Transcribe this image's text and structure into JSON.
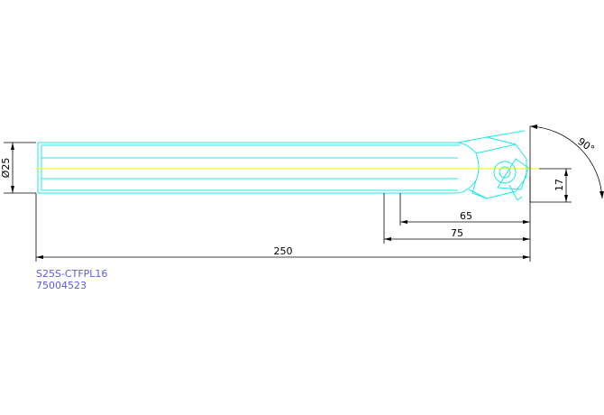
{
  "drawing": {
    "dimensions": {
      "diameter": "Ø25",
      "overall_length": "250",
      "length_75": "75",
      "length_65": "65",
      "offset_17": "17",
      "angle": "90°"
    },
    "notes": {
      "model": "S25S-CTFPL16",
      "code": "75004523"
    },
    "colors": {
      "outline": "#20e6e6",
      "centerline": "#f0f000",
      "dimension": "#000000",
      "note": "#5a5ae6"
    }
  }
}
